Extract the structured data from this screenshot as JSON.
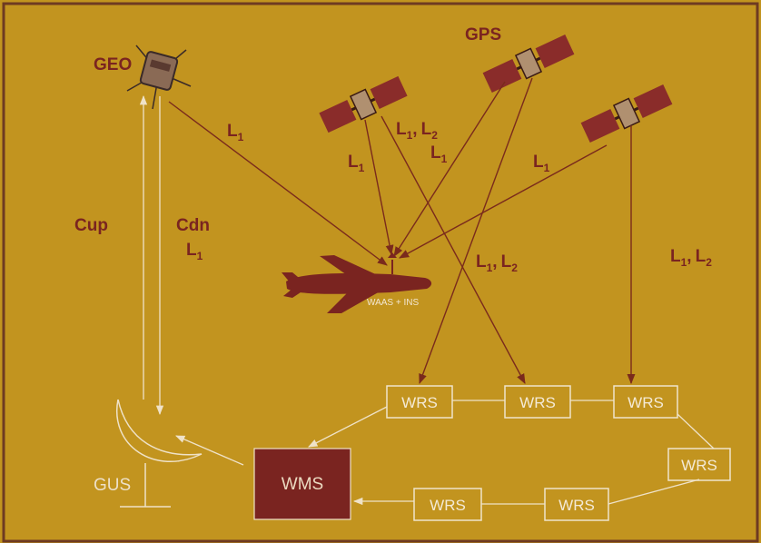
{
  "labels": {
    "geo": "GEO",
    "gps": "GPS",
    "cup": "Cup",
    "cdn": "Cdn",
    "gus": "GUS",
    "waas_ins": "WAAS + INS",
    "wms": "WMS",
    "wrs": "WRS"
  },
  "signals": {
    "l_letter": "L",
    "sub1": "1",
    "sub2": "2",
    "sep": ","
  },
  "colors": {
    "background": "#C2941F",
    "dark_red": "#7A2420",
    "light_line": "#EFE2C8"
  }
}
